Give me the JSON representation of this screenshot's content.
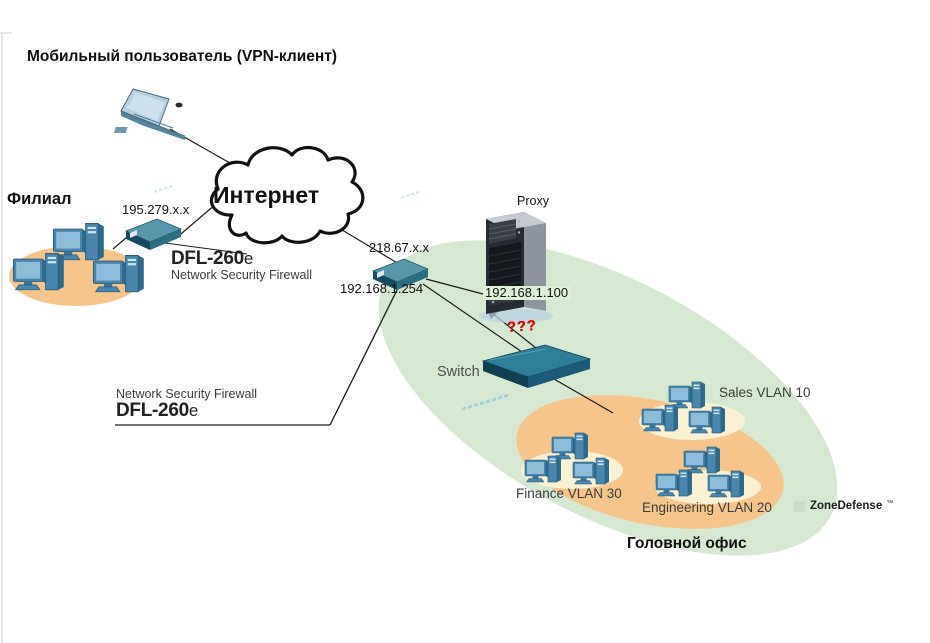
{
  "labels": {
    "title": "Мобильный пользователь (VPN-клиент)",
    "branch": "Филиал",
    "internet": "Интернет",
    "proxy": "Proxy",
    "switch": "Switch",
    "unknown_marker": "???",
    "head_office": "Головной офис"
  },
  "ips": {
    "branch_wan": "195.279.x.x",
    "hq_wan": "218.67.x.x",
    "hq_lan": "192.168.1.254",
    "proxy": "192.168.1.100"
  },
  "firewalls": {
    "branch": {
      "model": "DFL-260",
      "suffix": "e",
      "desc": "Network Security Firewall"
    },
    "hq": {
      "model": "DFL-260",
      "suffix": "e",
      "desc": "Network Security Firewall"
    }
  },
  "vlans": {
    "sales": "Sales VLAN 10",
    "finance": "Finance VLAN 30",
    "engineering": "Engineering VLAN 20"
  },
  "legend": {
    "name": "ZoneDefense",
    "tm": "™"
  },
  "colors": {
    "zone_fill": "#d6e8d2",
    "lan_fill": "#f5c58c",
    "group_fill": "#f8f1d4",
    "legend_swatch": "#ccdcc8",
    "device_teal": "#2c7389",
    "alert_red": "#e60000",
    "ip_highlight": "#dff0d8"
  }
}
